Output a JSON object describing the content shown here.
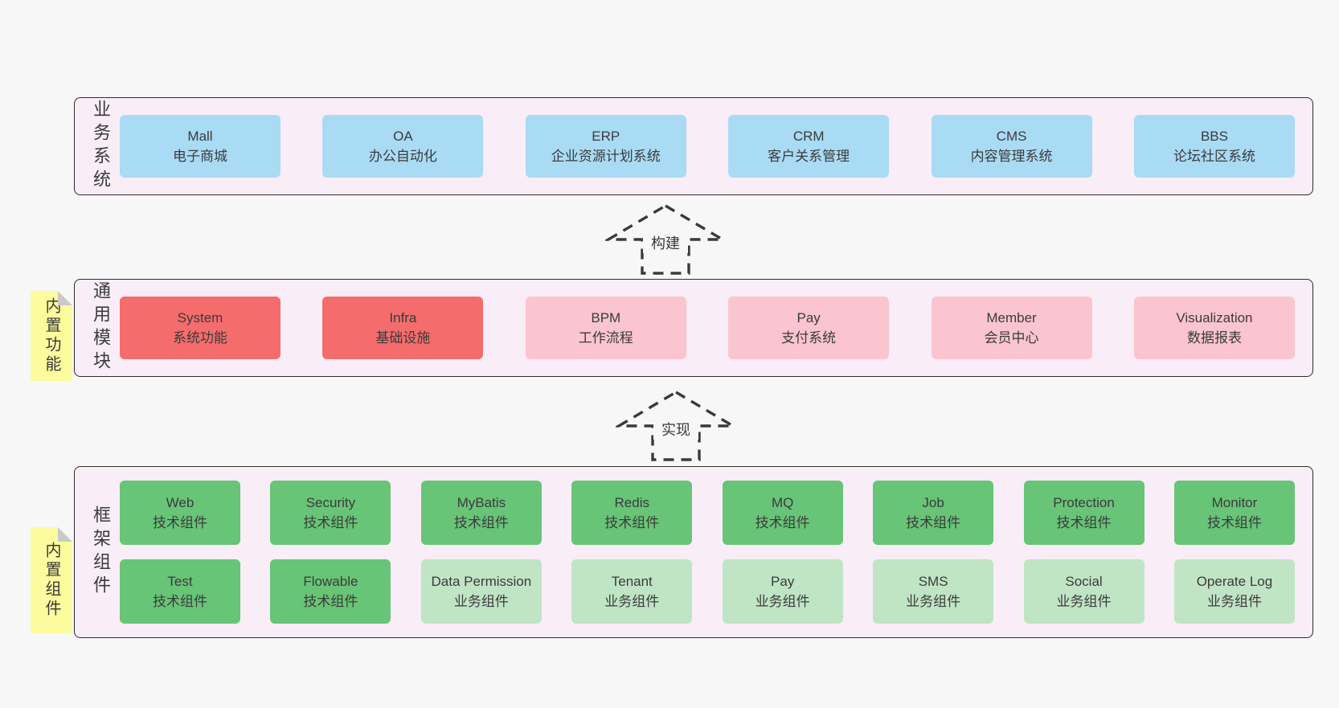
{
  "colors": {
    "page_bg": "#f7f7f7",
    "band_bg": "#f9edf8",
    "band_border": "#2d2d2d",
    "blue": "#a9dbf5",
    "red": "#f56c6c",
    "pink": "#fac5cf",
    "green_dark": "#68c477",
    "green_light": "#bfe5c5",
    "note_yellow": "#fcfb9d",
    "note_fold_gray": "#c9c9c9",
    "text": "#3b3b3b"
  },
  "arrows": {
    "build": {
      "label": "构建"
    },
    "implement": {
      "label": "实现"
    }
  },
  "bands": {
    "business": {
      "label": "业务系统",
      "boxes": [
        {
          "name": "Mall",
          "subtitle": "电子商城"
        },
        {
          "name": "OA",
          "subtitle": "办公自动化"
        },
        {
          "name": "ERP",
          "subtitle": "企业资源计划系统"
        },
        {
          "name": "CRM",
          "subtitle": "客户关系管理"
        },
        {
          "name": "CMS",
          "subtitle": "内容管理系统"
        },
        {
          "name": "BBS",
          "subtitle": "论坛社区系统"
        }
      ]
    },
    "modules": {
      "label": "通用模块",
      "note": "内置功能",
      "boxes": [
        {
          "name": "System",
          "subtitle": "系统功能"
        },
        {
          "name": "Infra",
          "subtitle": "基础设施"
        },
        {
          "name": "BPM",
          "subtitle": "工作流程"
        },
        {
          "name": "Pay",
          "subtitle": "支付系统"
        },
        {
          "name": "Member",
          "subtitle": "会员中心"
        },
        {
          "name": "Visualization",
          "subtitle": "数据报表"
        }
      ]
    },
    "framework": {
      "label": "框架组件",
      "note": "内置组件",
      "row1": [
        {
          "name": "Web",
          "subtitle": "技术组件"
        },
        {
          "name": "Security",
          "subtitle": "技术组件"
        },
        {
          "name": "MyBatis",
          "subtitle": "技术组件"
        },
        {
          "name": "Redis",
          "subtitle": "技术组件"
        },
        {
          "name": "MQ",
          "subtitle": "技术组件"
        },
        {
          "name": "Job",
          "subtitle": "技术组件"
        },
        {
          "name": "Protection",
          "subtitle": "技术组件"
        },
        {
          "name": "Monitor",
          "subtitle": "技术组件"
        }
      ],
      "row2": [
        {
          "name": "Test",
          "subtitle": "技术组件"
        },
        {
          "name": "Flowable",
          "subtitle": "技术组件"
        },
        {
          "name": "Data Permission",
          "subtitle": "业务组件"
        },
        {
          "name": "Tenant",
          "subtitle": "业务组件"
        },
        {
          "name": "Pay",
          "subtitle": "业务组件"
        },
        {
          "name": "SMS",
          "subtitle": "业务组件"
        },
        {
          "name": "Social",
          "subtitle": "业务组件"
        },
        {
          "name": "Operate Log",
          "subtitle": "业务组件"
        }
      ]
    }
  }
}
